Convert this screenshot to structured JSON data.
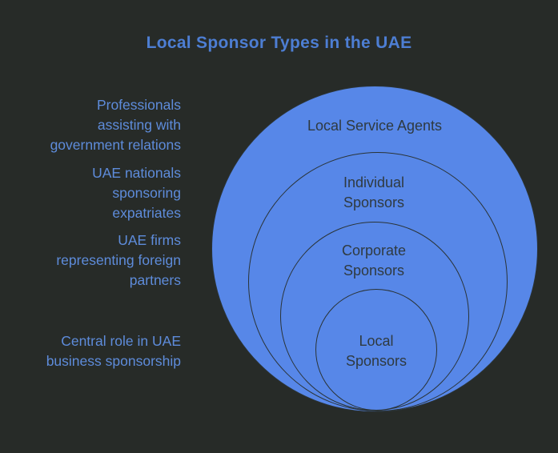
{
  "page": {
    "title": "Local Sponsor Types in the UAE",
    "background_color": "#272b28",
    "title_color": "#4d7ed3"
  },
  "annotations": [
    {
      "lines": [
        "Professionals",
        "assisting with",
        "government relations"
      ]
    },
    {
      "lines": [
        "UAE nationals",
        "sponsoring",
        "expatriates"
      ]
    },
    {
      "lines": [
        "UAE firms",
        "representing foreign",
        "partners"
      ]
    },
    {
      "lines": [
        "Central role in UAE",
        "business sponsorship"
      ]
    }
  ],
  "diagram": {
    "type": "nested-circles",
    "annotation_color": "#5e8cdb",
    "circle_fill": "#5787e8",
    "circle_stroke": "#2a3336",
    "circle_text_color": "#2f3a40",
    "circles": [
      {
        "label_lines": [
          "Local Service Agents"
        ]
      },
      {
        "label_lines": [
          "Individual",
          "Sponsors"
        ]
      },
      {
        "label_lines": [
          "Corporate",
          "Sponsors"
        ]
      },
      {
        "label_lines": [
          "Local",
          "Sponsors"
        ]
      }
    ]
  }
}
